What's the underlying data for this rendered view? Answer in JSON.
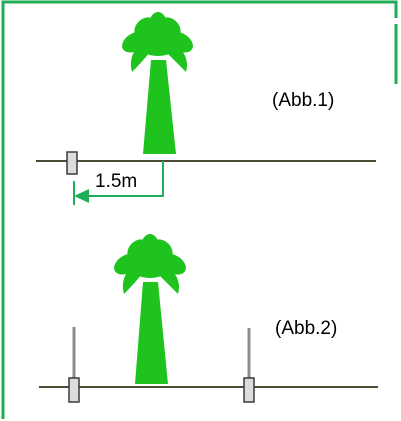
{
  "figure1": {
    "caption": "(Abb.1)",
    "distance_label": "1.5m"
  },
  "figure2": {
    "caption": "(Abb.2)"
  },
  "colors": {
    "frame": "#1FAE55",
    "palm": "#1EC31E",
    "ground": "#4D4A33",
    "arrow": "#1FAE55",
    "post_fill": "#DCDCDC",
    "post_stroke": "#3A3A3A",
    "pole": "#8C8C8C"
  },
  "icons": {
    "tree": "palm-tree-icon",
    "sensor": "sensor-post-icon"
  }
}
